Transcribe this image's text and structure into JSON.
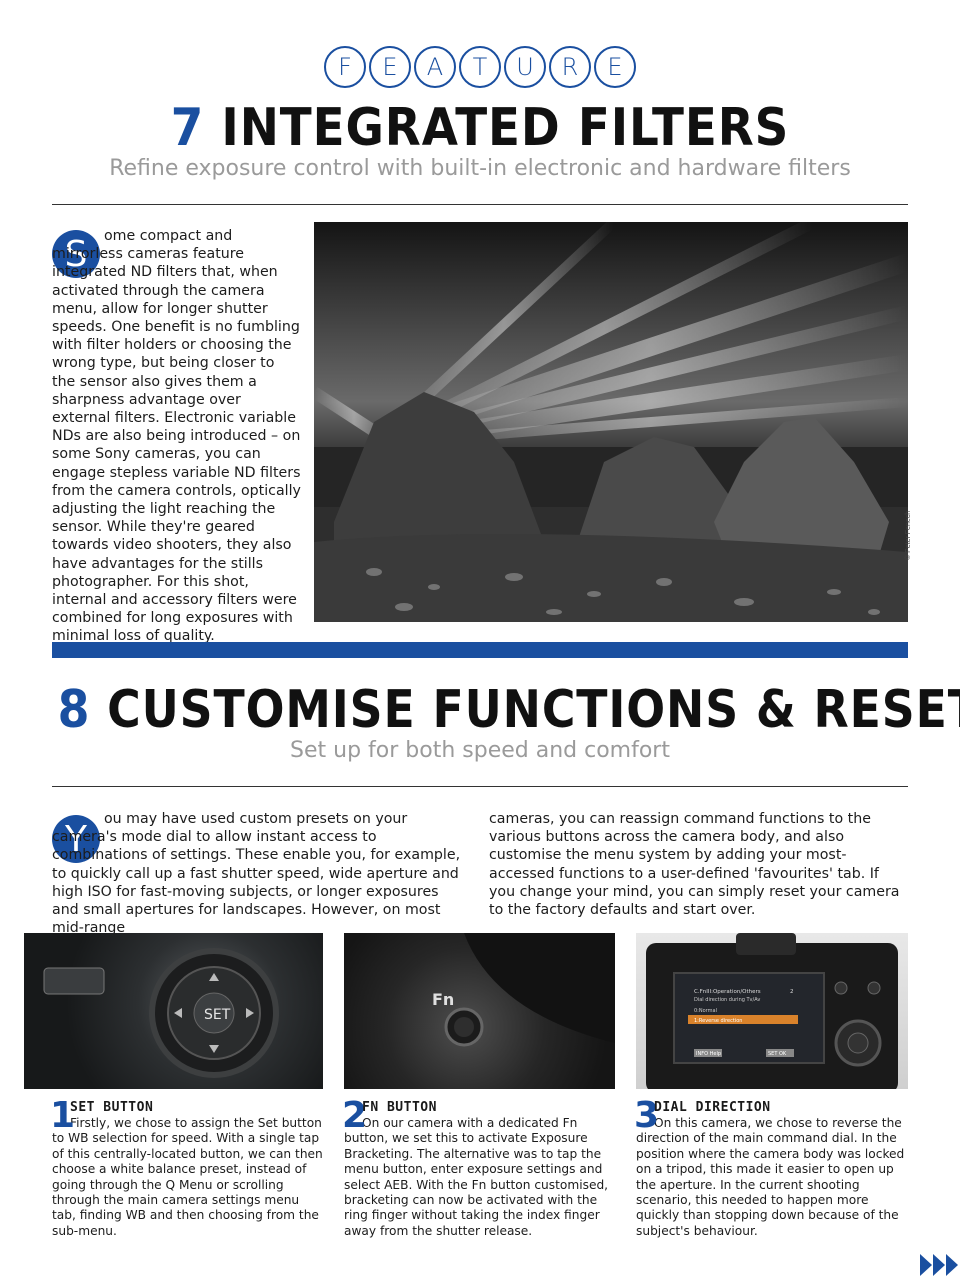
{
  "header": {
    "feature_letters": [
      "F",
      "E",
      "A",
      "T",
      "U",
      "R",
      "E"
    ]
  },
  "section7": {
    "number": "7",
    "title": "INTEGRATED FILTERS",
    "subtitle": "Refine exposure control with built-in electronic and hardware filters",
    "dropcap": "S",
    "body": "ome compact and mirrorless cameras feature integrated ND filters that, when activated through the camera menu, allow for longer shutter speeds. One benefit is no fumbling with filter holders or choosing the wrong type, but being closer to the sensor also gives them a sharpness advantage over external filters. Electronic variable NDs are also being introduced – on some Sony cameras, you can engage stepless variable ND filters from the camera controls, optically adjusting the light reaching the sensor. While they're geared towards video shooters, they also have advantages for the stills photographer. For this shot, internal and accessory filters were combined for long exposures with minimal loss of quality.",
    "photo_credit": "© Peter Fenech"
  },
  "section8": {
    "number": "8",
    "title": "CUSTOMISE FUNCTIONS & RESET",
    "subtitle": "Set up for both speed and comfort",
    "dropcap": "Y",
    "body_col1": "ou may have used custom presets on your camera's mode dial to allow instant access to combinations of settings. These enable you, for example, to quickly call up a fast shutter speed, wide aperture and high ISO for fast-moving subjects, or longer exposures and small apertures for landscapes. However, on most mid-range",
    "body_col2": "cameras, you can reassign command functions to the various buttons across the camera body, and also customise the menu system by adding your most-accessed functions to a user-defined 'favourites' tab. If you change your mind, you can simply reset your camera to the factory defaults and start over.",
    "captions": [
      {
        "number": "1",
        "title": "SET BUTTON",
        "text": "Firstly, we chose to assign the Set button to WB selection for speed. With a single tap of this centrally-located button, we can then choose a white balance preset, instead of going through the Q Menu or scrolling through the main camera settings menu tab, finding WB and then choosing from the sub-menu."
      },
      {
        "number": "2",
        "title": "FN BUTTON",
        "text": "On our camera with a dedicated Fn button, we set this to activate Exposure Bracketing. The alternative was to tap the menu button, enter exposure settings and select AEB. With the Fn button customised, bracketing can now be activated with the ring finger without taking the index finger away from the shutter release."
      },
      {
        "number": "3",
        "title": "DIAL DIRECTION",
        "text": "On this camera, we chose to reverse the direction of the main command dial. In the position where the camera body was locked on a tripod, this made it easier to open up the aperture. In the current shooting scenario, this needed to happen more quickly than stopping down because of the subject's behaviour."
      }
    ],
    "photo_labels": {
      "set": "SET",
      "fn": "Fn",
      "menu_title": "C.FnIII:Operation/Others",
      "menu_page": "2",
      "menu_subtitle": "Dial direction during Tv/Av",
      "menu_option0": "0:Normal",
      "menu_option1": "1:Reverse direction",
      "menu_help": "INFO Help",
      "menu_ok": "SET OK"
    }
  },
  "colors": {
    "accent": "#1a4fa0",
    "subtitle_gray": "#9a9a9a"
  },
  "icons": {
    "next_page": "triple-chevron-right-icon"
  }
}
